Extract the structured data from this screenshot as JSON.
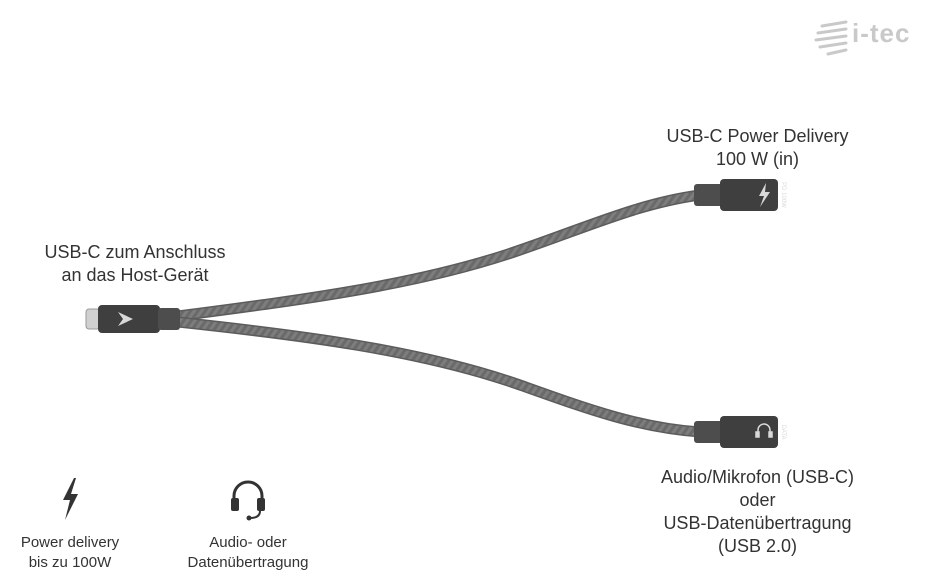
{
  "brand": {
    "logo_text": "i-tec"
  },
  "connectors": {
    "host": {
      "line1": "USB-C zum Anschluss",
      "line2": "an das Host-Gerät"
    },
    "power_delivery": {
      "line1": "USB-C Power Delivery",
      "line2": "100 W (in)",
      "plug_text": "PD 100W"
    },
    "data": {
      "line1": "Audio/Mikrofon (USB-C)",
      "line2": "oder",
      "line3": "USB-Datenübertragung",
      "line4": "(USB 2.0)",
      "plug_text": "DATA"
    }
  },
  "features": [
    {
      "icon": "lightning-icon",
      "line1": "Power delivery",
      "line2": "bis zu 100W"
    },
    {
      "icon": "headset-icon",
      "line1": "Audio- oder",
      "line2": "Datenübertragung"
    }
  ],
  "colors": {
    "cable": "#6a6a6a",
    "plug_body": "#3f3f3f",
    "plug_metal": "#d9d9d9",
    "logo": "#c9c9c9",
    "text": "#333333"
  }
}
